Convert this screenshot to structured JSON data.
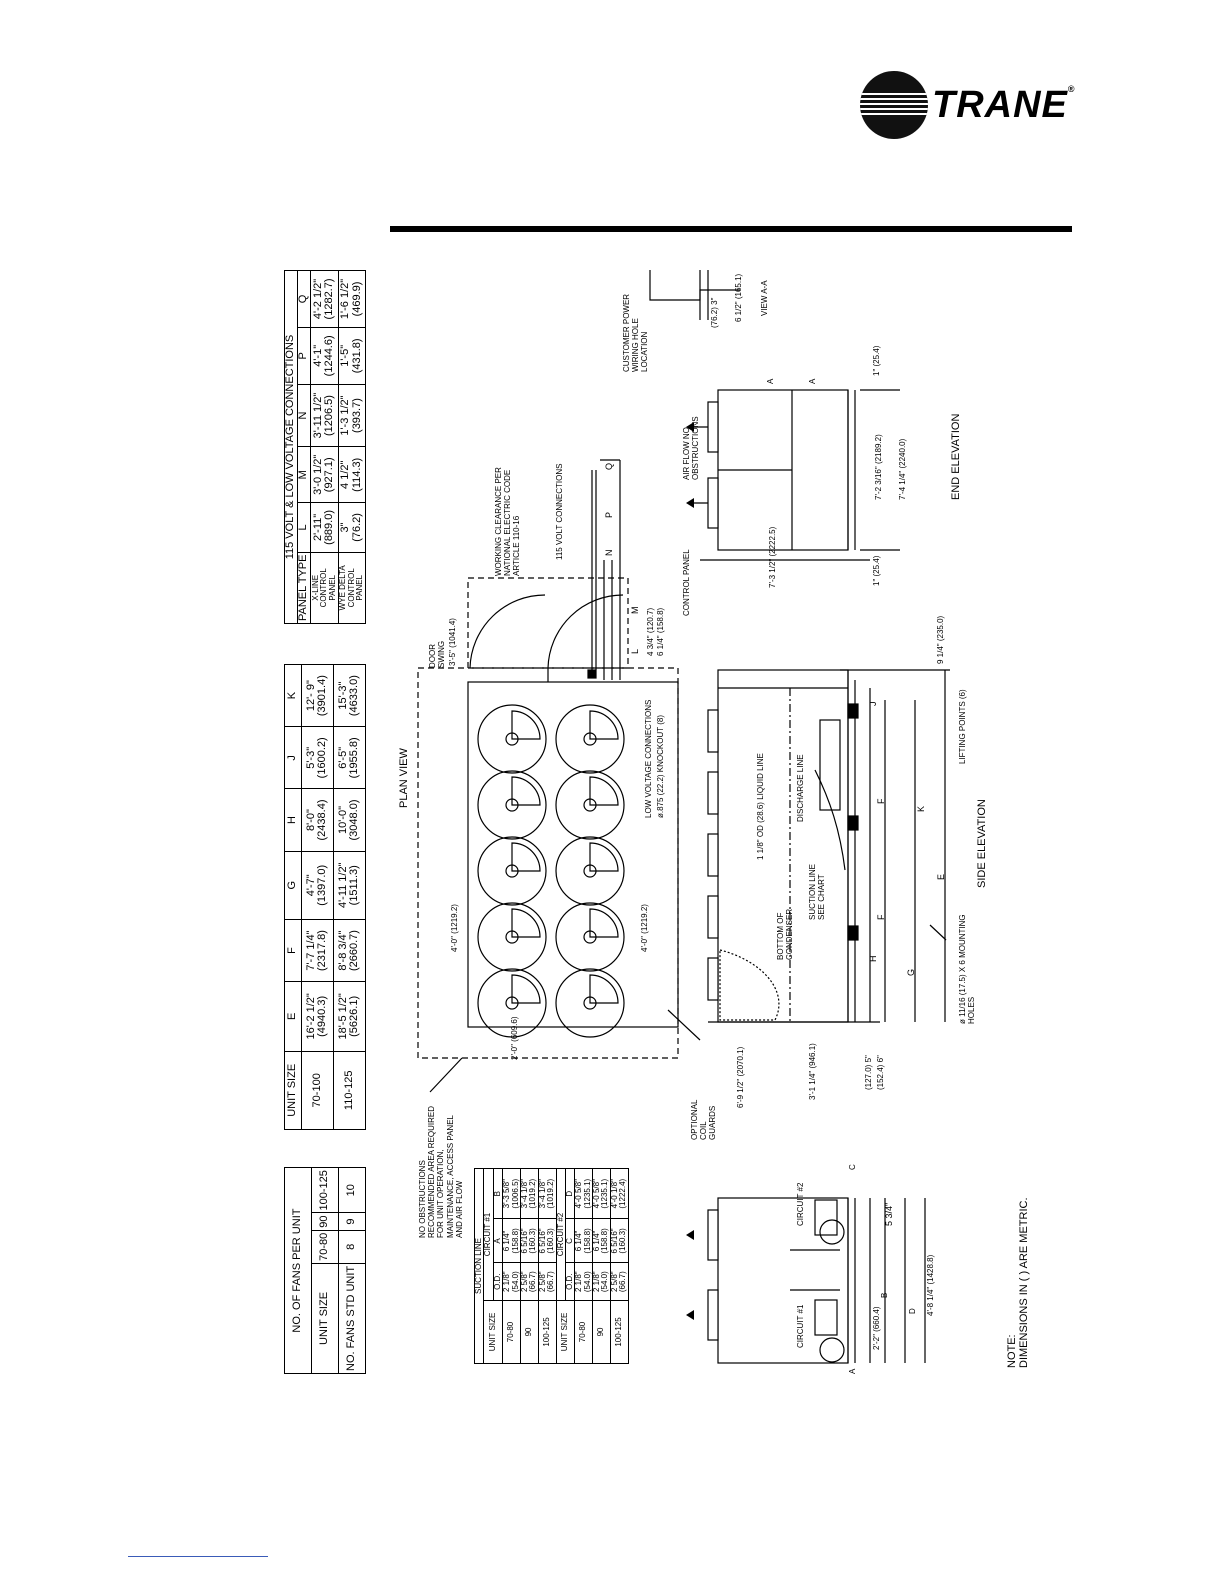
{
  "brand": {
    "name": "TRANE",
    "tm": "®"
  },
  "fans_table": {
    "title": "NO. OF FANS PER UNIT",
    "row1_label": "UNIT SIZE",
    "row2_label": "NO. FANS STD UNIT",
    "sizes": [
      "70-80",
      "90",
      "100-125"
    ],
    "fans": [
      "8",
      "9",
      "10"
    ]
  },
  "dims_table": {
    "header_label": "UNIT SIZE",
    "columns": [
      "E",
      "F",
      "G",
      "H",
      "J",
      "K"
    ],
    "rows": [
      {
        "size": "70-100",
        "values": [
          [
            "16'-2 1/2\"",
            "(4940.3)"
          ],
          [
            "7'-7 1/4\"",
            "(2317.8)"
          ],
          [
            "4'-7\"",
            "(1397.0)"
          ],
          [
            "8'-0\"",
            "(2438.4)"
          ],
          [
            "5'-3\"",
            "(1600.2)"
          ],
          [
            "12'- 9\"",
            "(3901.4)"
          ]
        ]
      },
      {
        "size": "110-125",
        "values": [
          [
            "18'-5 1/2\"",
            "(5626.1)"
          ],
          [
            "8'-8 3/4\"",
            "(2660.7)"
          ],
          [
            "4'-11 1/2\"",
            "(1511.3)"
          ],
          [
            "10'-0\"",
            "(3048.0)"
          ],
          [
            "6'-5\"",
            "(1955.8)"
          ],
          [
            "15'-3\"",
            "(4633.0)"
          ]
        ]
      }
    ]
  },
  "voltage_table": {
    "title": "115 VOLT & LOW VOLTAGE CONNECTIONS",
    "header_label": "PANEL TYPE",
    "columns": [
      "L",
      "M",
      "N",
      "P",
      "Q"
    ],
    "rows": [
      {
        "type": "X-LINE CONTROL PANEL",
        "values": [
          [
            "2'-11\"",
            "(889.0)"
          ],
          [
            "3'-0 1/2\"",
            "(927.1)"
          ],
          [
            "3'-11 1/2\"",
            "(1206.5)"
          ],
          [
            "4'-1\"",
            "(1244.6)"
          ],
          [
            "4'-2 1/2\"",
            "(1282.7)"
          ]
        ]
      },
      {
        "type": "WYE DELTA CONTROL PANEL",
        "values": [
          [
            "3\"",
            "(76.2)"
          ],
          [
            "4 1/2\"",
            "(114.3)"
          ],
          [
            "1'-3 1/2\"",
            "(393.7)"
          ],
          [
            "1'-5\"",
            "(431.8)"
          ],
          [
            "1'-6 1/2\"",
            "(469.9)"
          ]
        ]
      }
    ]
  },
  "suction_table": {
    "title": "SUCTION LINE",
    "circuit1": "CIRCUIT #1",
    "circuit2": "CIRCUIT #2",
    "unit_size": "UNIT SIZE",
    "od": "O.D.",
    "cols1": [
      "A",
      "B"
    ],
    "cols2": [
      "C",
      "D"
    ],
    "rows1": [
      {
        "size": "70-80",
        "od": [
          "2 1/8\"",
          "(54.0)"
        ],
        "a": [
          "6 1/4\"",
          "(158.8)"
        ],
        "b": [
          "3'-3 5/8\"",
          "(1006.5)"
        ]
      },
      {
        "size": "90",
        "od": [
          "2 5/8\"",
          "(66.7)"
        ],
        "a": [
          "6 5/16\"",
          "(160.3)"
        ],
        "b": [
          "3'-4 1/8\"",
          "(1019.2)"
        ]
      },
      {
        "size": "100-125",
        "od": [
          "2 5/8\"",
          "(66.7)"
        ],
        "a": [
          "6 5/16\"",
          "(160.3)"
        ],
        "b": [
          "3'-4 1/8\"",
          "(1019.2)"
        ]
      }
    ],
    "rows2": [
      {
        "size": "70-80",
        "od": [
          "2 1/8\"",
          "(54.0)"
        ],
        "a": [
          "6 1/4\"",
          "(158.8)"
        ],
        "b": [
          "4'-0 5/8\"",
          "(1235.1)"
        ]
      },
      {
        "size": "90",
        "od": [
          "2 1/8\"",
          "(54.0)"
        ],
        "a": [
          "6 1/4\"",
          "(158.8)"
        ],
        "b": [
          "4'-0 5/8\"",
          "(1235.1)"
        ]
      },
      {
        "size": "100-125",
        "od": [
          "2 5/8\"",
          "(66.7)"
        ],
        "a": [
          "6 5/16\"",
          "(160.3)"
        ],
        "b": [
          "4'-0 1/8\"",
          "(1222.4)"
        ]
      }
    ]
  },
  "labels": {
    "plan_view": "PLAN VIEW",
    "side_elevation": "SIDE ELEVATION",
    "end_elevation": "END ELEVATION",
    "view_aa": "VIEW A-A",
    "no_obstructions": "NO OBSTRUCTIONS RECOMMENDED AREA REQUIRED FOR UNIT OPERATION, MAINTENANCE, ACCESS PANEL AND AIR FLOW",
    "door_swing": "DOOR SWING",
    "door_swing_dim": "3'-5\" (1041.4)",
    "working_clearance": "WORKING CLEARANCE PER NATIONAL ELECTRIC CODE ARTICLE 110-16",
    "v115_connections": "115 VOLT CONNECTIONS",
    "low_voltage": "LOW VOLTAGE CONNECTIONS",
    "knockout": "ø.875 (22.2) KNOCKOUT (8)",
    "dim_4ft_top": "4'-0\" (1219.2)",
    "dim_4ft_bottom": "4'-0\" (1219.2)",
    "dim_2ft": "2'-0\" (609.6)",
    "dim_4_3_4": "4 3/4\" (120.7)",
    "dim_6_1_4": "6 1/4\" (158.8)",
    "dim_9_1_4": "9 1/4\" (235.0)",
    "optional_coil_guards": "OPTIONAL COIL GUARDS",
    "bottom_condenser": "BOTTOM OF CONDENSER",
    "suction_line_chart": "SUCTION LINE SEE CHART",
    "discharge_line": "DISCHARGE LINE",
    "liquid_line": "1 1/8\" OD (28.6) LIQUID LINE",
    "lifting_points": "LIFTING POINTS (6)",
    "mounting_holes": "ø 11/16 (17.5) X 6 MOUNTING HOLES",
    "dim_6_9": "6'-9 1/2\" (2070.1)",
    "dim_3_1": "3'-1 1/4\" (946.1)",
    "dim_5": "(127.0) 5\"",
    "dim_6": "(152.4) 6\"",
    "air_flow": "AIR FLOW NO OBSTRUCTIONS",
    "control_panel": "CONTROL PANEL",
    "customer_power": "CUSTOMER POWER WIRING HOLE LOCATION",
    "dim_7_3": "7'-3 1/2\" (2222.5)",
    "dim_7_2": "7'-2 3/16\" (2189.2)",
    "dim_7_4": "7'-4 1/4\" (2240.0)",
    "dim_1_left": "1\" (25.4)",
    "dim_1_right": "1\" (25.4)",
    "dim_3_76": "(76.2) 3\"",
    "dim_6_5": "6 1/2\" (165.1)",
    "circuit1": "CIRCUIT #1",
    "circuit2": "CIRCUIT #2",
    "dim_2_2": "2'-2\" (660.4)",
    "dim_4_8": "4'-8 1/4\" (1428.8)",
    "dim_5_3_4": "5 3/4\"",
    "letter_a": "A",
    "letter_b": "B",
    "letter_c": "C",
    "letter_d": "D",
    "letter_e": "E",
    "letter_f": "F",
    "letter_g": "G",
    "letter_h": "H",
    "letter_j": "J",
    "letter_k": "K",
    "letter_l": "L",
    "letter_m": "M",
    "letter_n": "N",
    "letter_p": "P",
    "letter_q": "Q",
    "note_title": "NOTE:",
    "note_text": "DIMENSIONS IN ( ) ARE METRIC."
  }
}
